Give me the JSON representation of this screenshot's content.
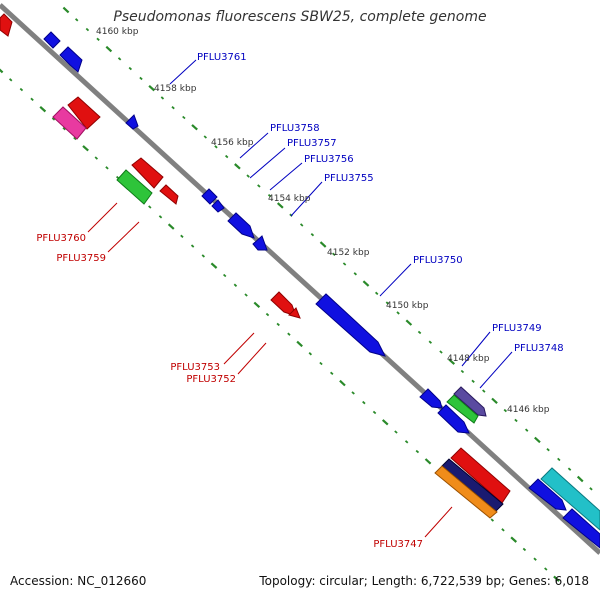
{
  "title": "Pseudomonas fluorescens SBW25, complete genome",
  "footer": {
    "accession": "Accession: NC_012660",
    "topology": "Topology: circular;",
    "length": "Length: 6,722,539 bp;",
    "genes": "Genes: 6,018"
  },
  "colors": {
    "backbone": "#808080",
    "tick": "#2a8a2a",
    "forward_cds": "#1010e0",
    "reverse_cds": "#e01010",
    "rna": "#2ec43a",
    "pink": "#e83aa0",
    "teal": "#22c0c8",
    "orange": "#f08c1a",
    "navy": "#1a1a70",
    "purple": "#5a4aa0",
    "label_forward": "#0000c0",
    "label_reverse": "#c00000",
    "scale_text": "#333333"
  },
  "scale_labels": [
    "4160 kbp",
    "4158 kbp",
    "4156 kbp",
    "4154 kbp",
    "4152 kbp",
    "4150 kbp",
    "4148 kbp",
    "4146 kbp"
  ],
  "gene_labels": {
    "forward": [
      "PFLU3761",
      "PFLU3758",
      "PFLU3757",
      "PFLU3756",
      "PFLU3755",
      "PFLU3750",
      "PFLU3749",
      "PFLU3748"
    ],
    "reverse": [
      "PFLU3760",
      "PFLU3759",
      "PFLU3753",
      "PFLU3752",
      "PFLU3747"
    ]
  }
}
